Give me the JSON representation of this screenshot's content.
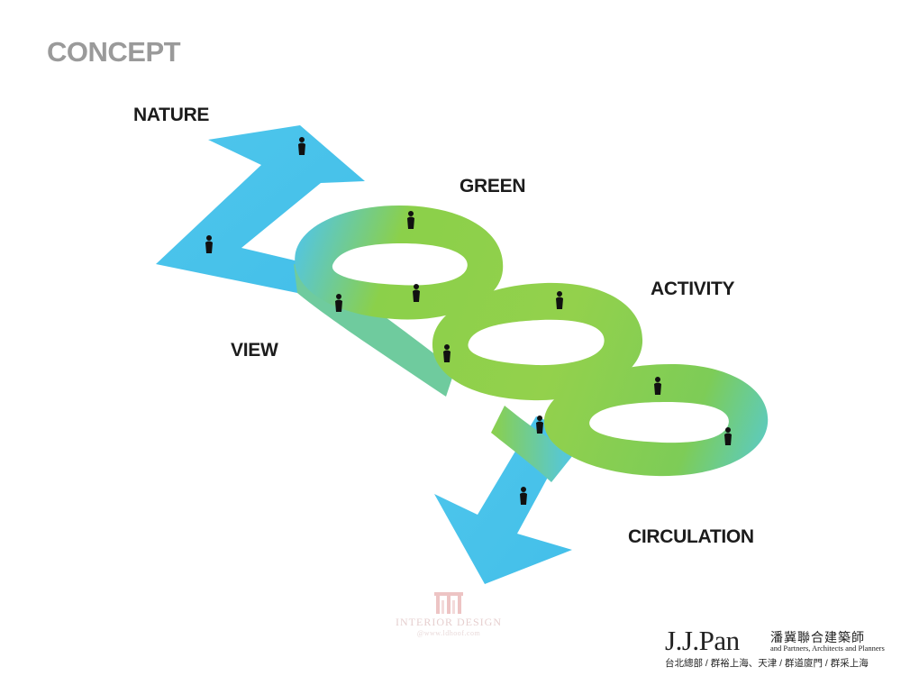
{
  "title": "CONCEPT",
  "labels": {
    "nature": "NATURE",
    "green": "GREEN",
    "activity": "ACTIVITY",
    "view": "VIEW",
    "circulation": "CIRCULATION"
  },
  "watermark": {
    "line1": "INTERIOR DESIGN",
    "line2": "@www.ldhoof.com"
  },
  "brand": {
    "logo": "J.J.Pan",
    "name_cn": "潘冀聯合建築師",
    "name_en": "and Partners, Architects and Planners",
    "offices": "台北總部 / 群裕上海、天津 / 群道廈門 / 群采上海"
  },
  "colors": {
    "arrow_blue": "#4ec6ec",
    "ribbon_green": "#8bd04a",
    "person": "#111111"
  }
}
